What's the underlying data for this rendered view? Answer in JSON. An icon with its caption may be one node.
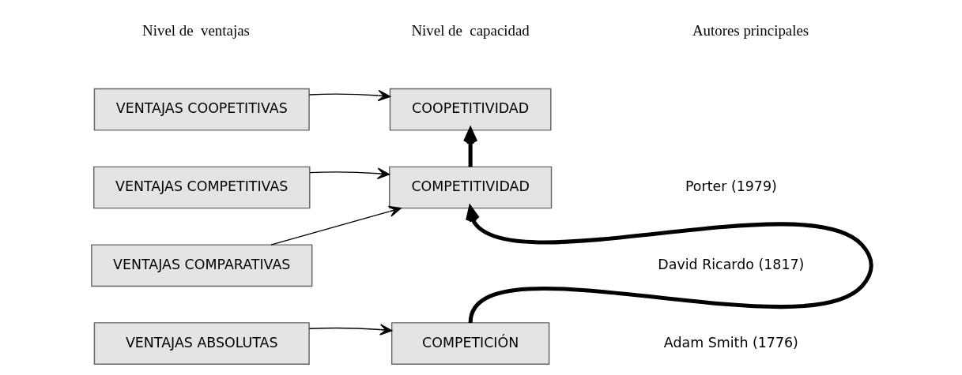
{
  "diagram": {
    "nodes": [
      {
        "text": [
          "VENTAJAS COOPETITIVAS"
        ]
      },
      {
        "text": [
          "VENTAJAS COMPETITIVAS"
        ]
      },
      {
        "text": [
          "VENTAJAS COMPARATIVAS"
        ]
      },
      {
        "text": [
          "VENTAJAS ABSOLUTAS"
        ]
      },
      {
        "text": [
          "COOPETITIVIDAD"
        ]
      },
      {
        "text": [
          "COMPETITIVIDAD"
        ]
      },
      {
        "text": [
          "COMPETICIÓN"
        ]
      }
    ],
    "edges": [
      {
        "from": 0,
        "to": 4,
        "arrow": "to"
      },
      {
        "from": 1,
        "to": 5,
        "arrow": "to"
      },
      {
        "from": 2,
        "to": 5,
        "arrow": "to"
      },
      {
        "from": 3,
        "to": 6,
        "arrow": "to"
      },
      {
        "from": 6,
        "to": 5,
        "arrow": "to",
        "style": "thick"
      },
      {
        "from": 5,
        "to": 4,
        "arrow": "to",
        "style": "thick"
      }
    ],
    "labels": [
      "Nivel de  ventajas",
      "Nivel de  capacidad",
      "Autores principales",
      "Porter (1979)",
      "David Ricardo (1817)",
      "Adam Smith (1776)"
    ]
  }
}
